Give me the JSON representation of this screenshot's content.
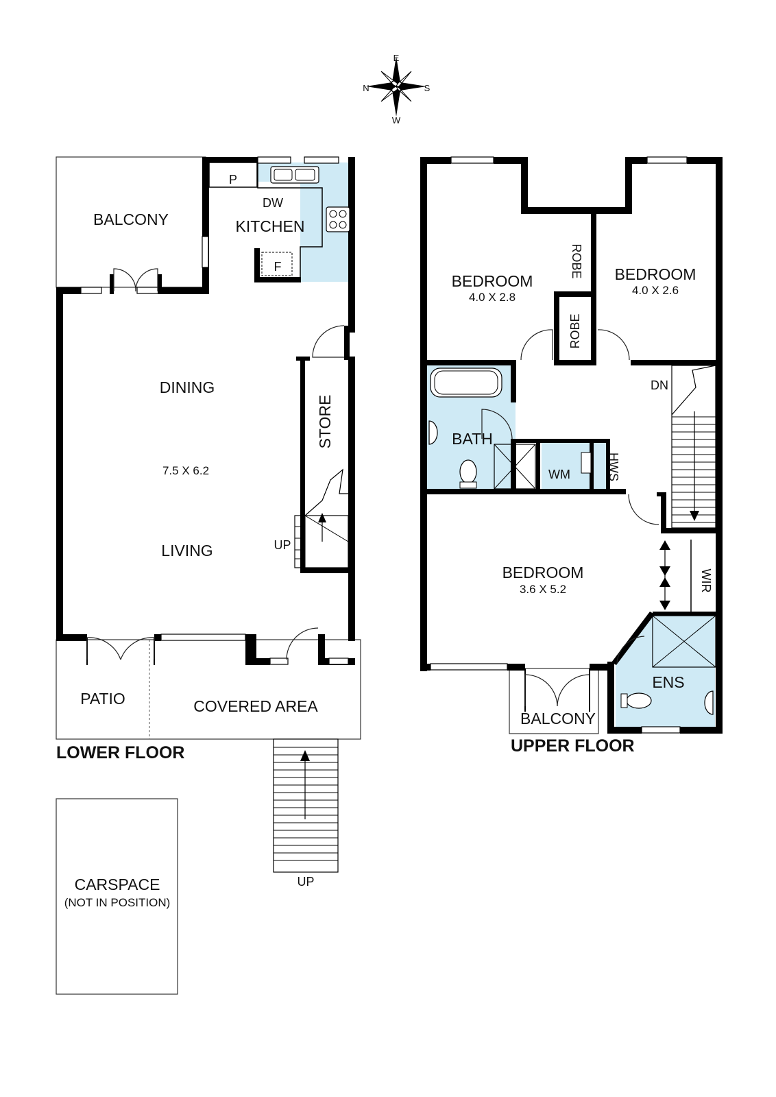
{
  "compass": {
    "n": "N",
    "e": "E",
    "s": "S",
    "w": "W"
  },
  "lower_floor": {
    "title": "LOWER FLOOR",
    "rooms": {
      "balcony": "BALCONY",
      "kitchen": "KITCHEN",
      "pantry": "P",
      "dishwasher": "DW",
      "fridge": "F",
      "dining": "DINING",
      "living_dimensions": "7.5 X 6.2",
      "living": "LIVING",
      "store": "STORE",
      "stair_up": "UP",
      "patio": "PATIO",
      "covered_area": "COVERED AREA",
      "entry_stair_up": "UP"
    }
  },
  "upper_floor": {
    "title": "UPPER FLOOR",
    "rooms": {
      "bedroom1": "BEDROOM",
      "bedroom1_dimensions": "4.0 X 2.8",
      "bedroom2": "BEDROOM",
      "bedroom2_dimensions": "4.0 X 2.6",
      "robe1": "ROBE",
      "robe2": "ROBE",
      "stair_down": "DN",
      "bath": "BATH",
      "wm": "WM",
      "hws": "HWS",
      "bedroom3": "BEDROOM",
      "bedroom3_dimensions": "3.6 X 5.2",
      "wir": "WIR",
      "ens": "ENS",
      "balcony": "BALCONY"
    }
  },
  "carspace": {
    "label": "CARSPACE",
    "note": "(NOT IN POSITION)"
  }
}
